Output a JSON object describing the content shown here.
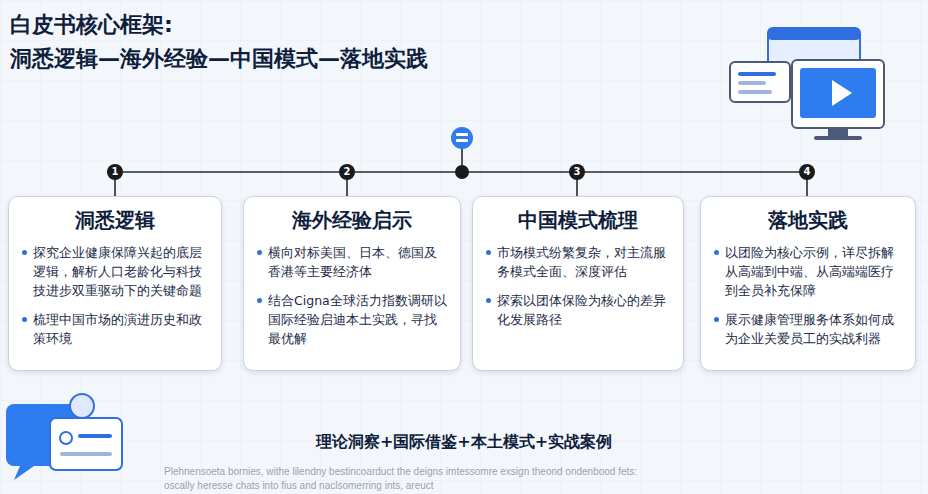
{
  "diagram": {
    "title": "白皮书核心框架:",
    "caption": "理论洞察+国际借鉴+本土模式+实战案例",
    "nodes": [
      {
        "text": [
          "洞悉逻辑",
          "探究企业健康保障兴起的底层逻辑，解析人口老龄化与科技技进步双重驱动下的关键命题",
          "梳理中国市场的演进历史和政策环境"
        ]
      },
      {
        "text": [
          "海外经验启示",
          "横向对标美国、日本、德国及香港等主要经济体",
          "结合Cigna全球活力指数调研以国际经验启迪本土实践，寻找最优解"
        ]
      },
      {
        "text": [
          "中国模式梳理",
          "市场模式纷繁复杂，对主流服务模式全面、深度评估",
          "探索以团体保险为核心的差异化发展路径"
        ]
      },
      {
        "text": [
          "落地实践",
          "以团险为核心示例，详尽拆解从高端到中端、从高端端医疗到全员补充保障",
          "展示健康管理服务体系如何成为企业关爱员工的实战利器"
        ]
      }
    ],
    "labels": [
      "洞悉逻辑—海外经验—中国模式—落地实践",
      "1",
      "2",
      "3",
      "4",
      "Plehnensoeta bornies, withe lilendny bestincoarduct the deigns imtessomre exsign theond ondenbood fets:",
      "oscally heresse chats into fius and naclsomerring ints, areuct"
    ]
  }
}
